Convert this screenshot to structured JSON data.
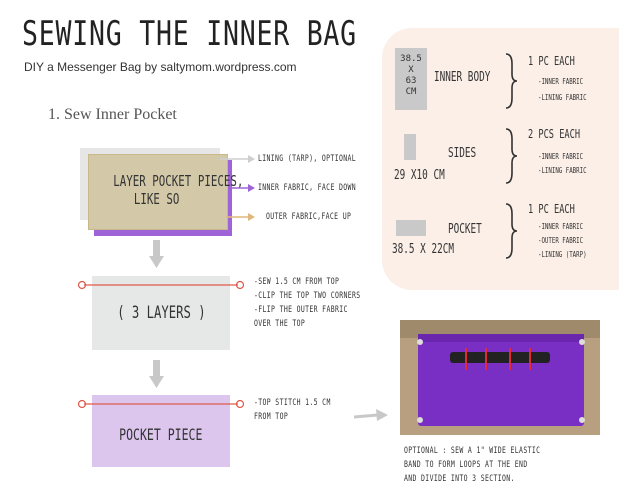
{
  "header": {
    "title": "SEWING THE INNER BAG",
    "subtitle": "DIY a Messenger Bag by saltymom.wordpress.com"
  },
  "step": {
    "heading": "1. Sew Inner Pocket",
    "layer_box_label_line1": "LAYER POCKET PIECES,",
    "layer_box_label_line2": "LIKE SO",
    "layer_notes": [
      "LINING (TARP), OPTIONAL",
      "INNER FABRIC, FACE DOWN",
      "OUTER FABRIC,FACE UP"
    ],
    "three_layers_label": "( 3 LAYERS )",
    "three_layers_notes": [
      "-SEW 1.5 CM FROM TOP",
      "-CLIP THE TOP TWO CORNERS",
      "-FLIP THE OUTER FABRIC",
      " OVER THE TOP"
    ],
    "pocket_piece_label": "POCKET PIECE",
    "pocket_notes": [
      "-TOP STITCH 1.5 CM",
      " FROM TOP"
    ],
    "optional_note": [
      "OPTIONAL : SEW A 1\" WIDE ELASTIC",
      "BAND TO FORM LOOPS AT THE END",
      "AND DIVIDE INTO 3 SECTION."
    ]
  },
  "pieces": [
    {
      "swatch_text": [
        "38.5",
        "X",
        "63",
        "CM"
      ],
      "name": "INNER BODY",
      "qty": "1 PC EACH",
      "items": [
        "-INNER FABRIC",
        "-LINING FABRIC"
      ]
    },
    {
      "dimension": "29 X10 CM",
      "name": "SIDES",
      "qty": "2 PCS EACH",
      "items": [
        "-INNER FABRIC",
        "-LINING FABRIC"
      ]
    },
    {
      "dimension": "38.5 X 22CM",
      "name": "POCKET",
      "qty": "1 PC EACH",
      "items": [
        "-INNER FABRIC",
        "-OUTER FABRIC",
        "-LINING (TARP)"
      ]
    }
  ],
  "colors": {
    "lining_grey": "#e6e6e6",
    "inner_purple": "#9e63d6",
    "outer_tan": "#d3c9a8",
    "pocket_lilac": "#dcc6ee",
    "stitch_line": "#e05a4a",
    "panel_bg": "#fbefe8"
  }
}
